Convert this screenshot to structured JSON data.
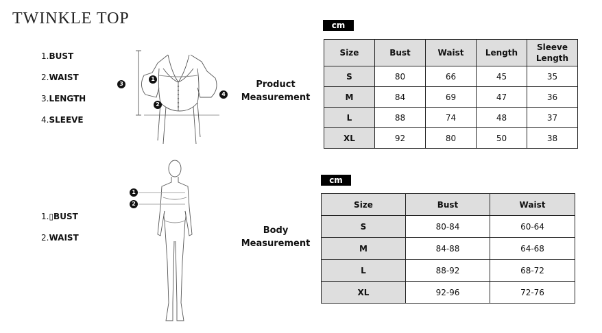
{
  "brand": "TWINKLE TOP",
  "product_legend": [
    {
      "num": "1.",
      "label": "BUST"
    },
    {
      "num": "2.",
      "label": "WAIST"
    },
    {
      "num": "3.",
      "label": "LENGTH"
    },
    {
      "num": "4.",
      "label": "SLEEVE"
    }
  ],
  "body_legend": [
    {
      "num": "1.",
      "label": "▯BUST"
    },
    {
      "num": "2.",
      "label": "WAIST"
    }
  ],
  "product_title_line1": "Product",
  "product_title_line2": "Measurement",
  "body_title_line1": "Body",
  "body_title_line2": "Measurement",
  "markers_product": [
    "1",
    "2",
    "3",
    "4"
  ],
  "markers_body": [
    "1",
    "2"
  ],
  "product_table": {
    "unit": "cm",
    "headers": [
      "Size",
      "Bust",
      "Waist",
      "Length",
      "Sleeve Length"
    ],
    "rows": [
      [
        "S",
        "80",
        "66",
        "45",
        "35"
      ],
      [
        "M",
        "84",
        "69",
        "47",
        "36"
      ],
      [
        "L",
        "88",
        "74",
        "48",
        "37"
      ],
      [
        "XL",
        "92",
        "80",
        "50",
        "38"
      ]
    ]
  },
  "body_table": {
    "unit": "cm",
    "headers": [
      "Size",
      "Bust",
      "Waist"
    ],
    "rows": [
      [
        "S",
        "80-84",
        "60-64"
      ],
      [
        "M",
        "84-88",
        "64-68"
      ],
      [
        "L",
        "88-92",
        "68-72"
      ],
      [
        "XL",
        "92-96",
        "72-76"
      ]
    ]
  }
}
